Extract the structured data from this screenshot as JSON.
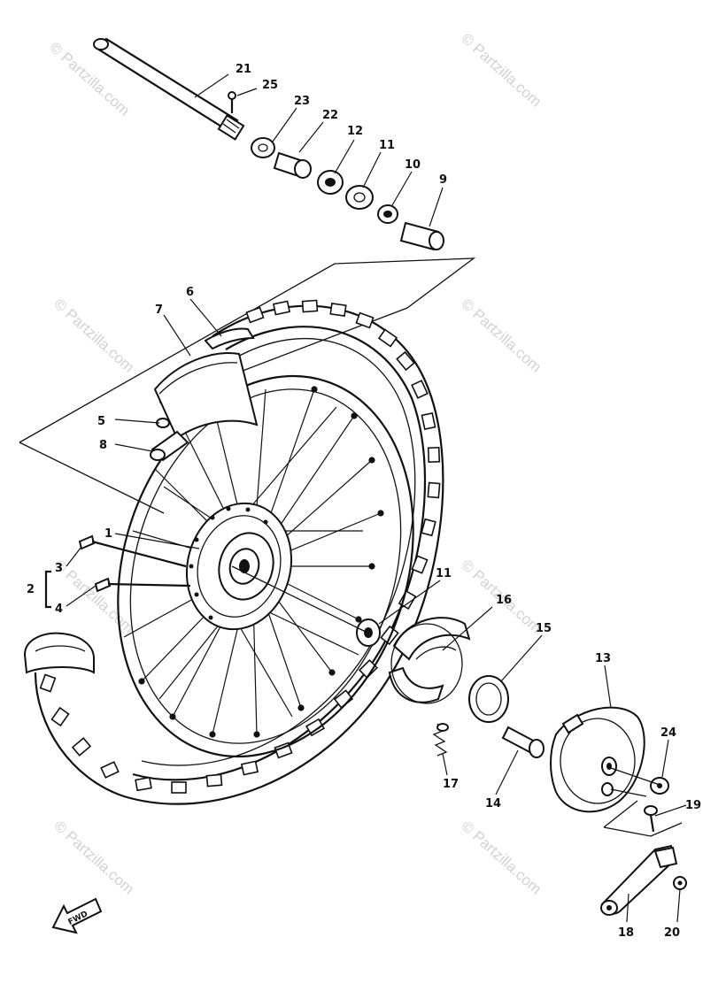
{
  "watermark": "© Partzilla.com",
  "direction_marker": "FWD",
  "part_numbers": [
    "1",
    "2",
    "3",
    "4",
    "5",
    "6",
    "7",
    "8",
    "9",
    "10",
    "11",
    "12",
    "13",
    "14",
    "15",
    "16",
    "17",
    "18",
    "19",
    "20",
    "21",
    "22",
    "23",
    "24",
    "25"
  ]
}
